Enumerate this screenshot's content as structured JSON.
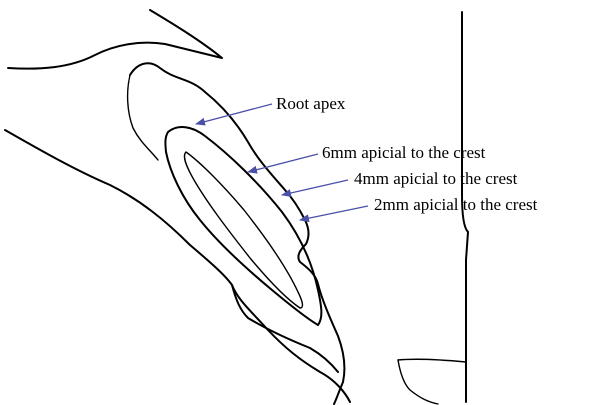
{
  "diagram": {
    "annotation_color": "#4a4fa8",
    "outline_color": "#000000",
    "labels": {
      "root_apex": "Root apex",
      "six_mm": "6mm apicial to the crest",
      "four_mm": "4mm apicial to the crest",
      "two_mm": "2mm apicial to the crest"
    }
  }
}
